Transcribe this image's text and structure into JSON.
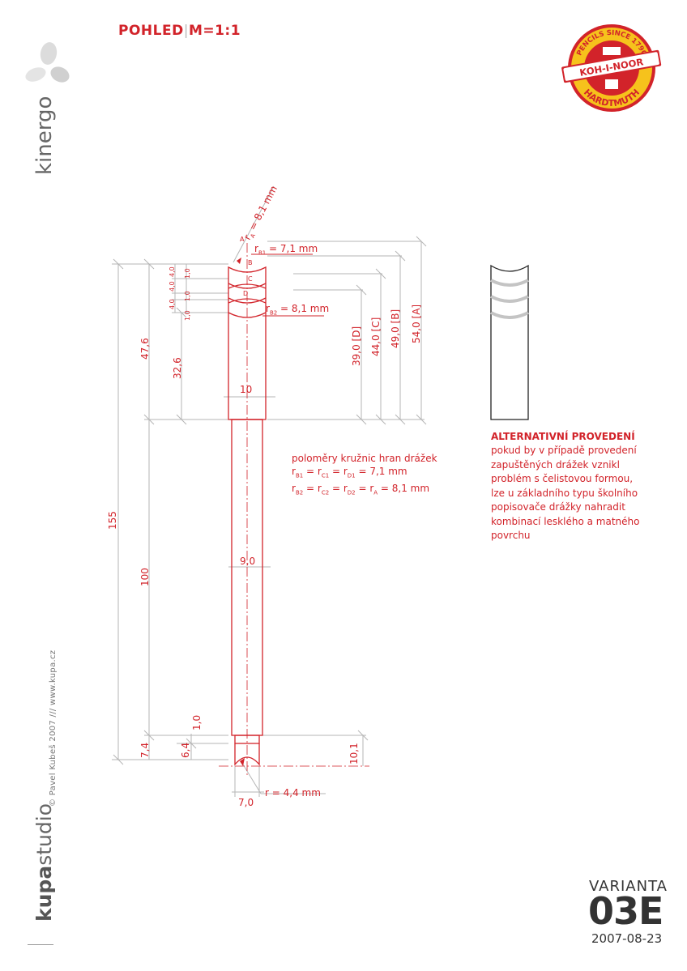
{
  "header": {
    "view": "POHLED",
    "separator": "|",
    "scale": "M=1:1"
  },
  "brand": {
    "kinergo": "kinergo",
    "studio_bold": "kupa",
    "studio_light": "studio",
    "copyright": "© Pavel Kubeš 2007 /// www.kupa.cz",
    "logo": {
      "top_text": "PENCILS SINCE 1790",
      "middle_text": "KOH-I-NOOR",
      "bottom_text": "HARDTMUTH"
    }
  },
  "colors": {
    "accent": "#d2232a",
    "logo_yellow": "#f6c21c",
    "gray_line": "#b5b5b5"
  },
  "dimensions": {
    "rA": "r",
    "rA_sub": "A",
    "rA_val": " = 8,1 mm",
    "rB1": "r",
    "rB1_sub": "B1",
    "rB1_val": " = 7,1 mm",
    "rB2": "r",
    "rB2_sub": "B2",
    "rB2_val": " = 8,1 mm",
    "r_tip": "r = 4,4 mm",
    "d_A": "54,0 [A]",
    "d_B": "49,0 [B]",
    "d_C": "44,0 [C]",
    "d_D": "39,0 [D]",
    "l_155": "155",
    "l_47_6": "47,6",
    "l_32_6": "32,6",
    "l_100": "100",
    "l_7_4": "7,4",
    "l_6_4": "6,4",
    "l_1_0": "1,0",
    "l_10_1": "10,1",
    "w_10": "10",
    "w_9_0": "9,0",
    "w_7_0": "7,0",
    "t_4_0a": "4,0",
    "t_4_0b": "4,0",
    "t_4_0c": "4,0",
    "t_1_0a": "1,0",
    "t_1_0b": "1,0",
    "t_1_0c": "1,0",
    "lbl_A": "A",
    "lbl_B": "B",
    "lbl_C": "C",
    "lbl_D": "D"
  },
  "radii_note": {
    "title": "poloměry kružnic hran drážek",
    "line1_parts": [
      "r",
      "B1",
      " = r",
      "C1",
      " = r",
      "D1",
      " = 7,1 mm"
    ],
    "line2_parts": [
      "r",
      "B2",
      " = r",
      "C2",
      " = r",
      "D2",
      " = r",
      "A",
      " = 8,1 mm"
    ]
  },
  "alternative": {
    "title": "ALTERNATIVNÍ PROVEDENÍ",
    "lines": [
      "pokud by v případě provedení",
      "zapuštěných drážek vznikl",
      "problém s čelistovou formou,",
      "lze u základního typu školního",
      "popisovače drážky nahradit",
      "kombinací lesklého a matného",
      "povrchu"
    ]
  },
  "variant": {
    "label": "VARIANTA",
    "code": "03E",
    "date": "2007-08-23"
  }
}
